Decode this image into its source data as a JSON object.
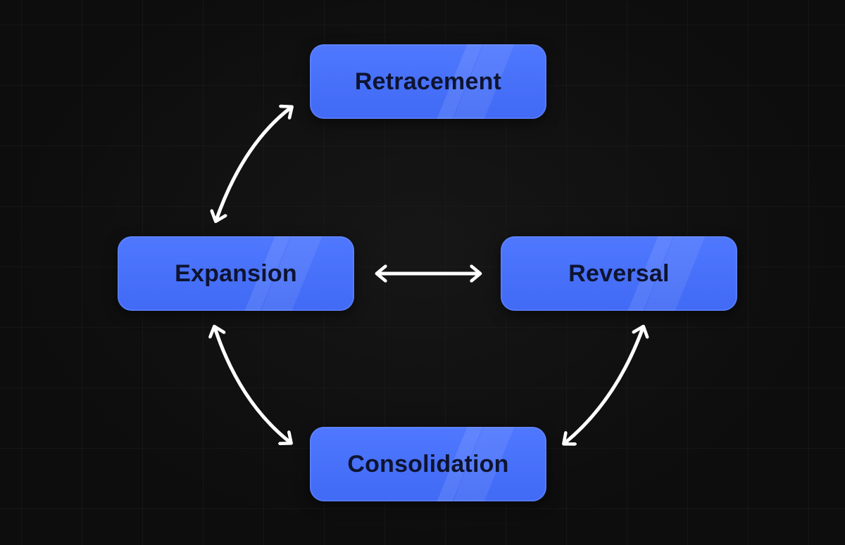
{
  "diagram": {
    "nodes": {
      "retracement": "Retracement",
      "expansion": "Expansion",
      "reversal": "Reversal",
      "consolidation": "Consolidation"
    },
    "connections": [
      {
        "from": "Expansion",
        "to": "Retracement",
        "type": "bidirectional"
      },
      {
        "from": "Expansion",
        "to": "Reversal",
        "type": "bidirectional"
      },
      {
        "from": "Expansion",
        "to": "Consolidation",
        "type": "bidirectional"
      },
      {
        "from": "Consolidation",
        "to": "Reversal",
        "type": "bidirectional"
      }
    ],
    "colors": {
      "background": "#0d0d0d",
      "node_fill": "#4a72fb",
      "node_text": "#0e1430",
      "arrow": "#ffffff"
    }
  }
}
